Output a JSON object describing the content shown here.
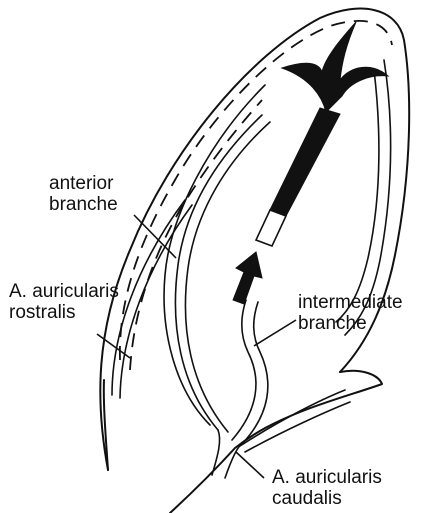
{
  "labels": {
    "anterior_branche": [
      "anterior",
      "branche"
    ],
    "a_auricularis_rostralis": [
      "A. auricularis",
      "rostralis"
    ],
    "intermediate_branche": [
      "intermediate",
      "branche"
    ],
    "a_auricularis_caudalis": [
      "A. auricularis",
      "caudalis"
    ]
  }
}
